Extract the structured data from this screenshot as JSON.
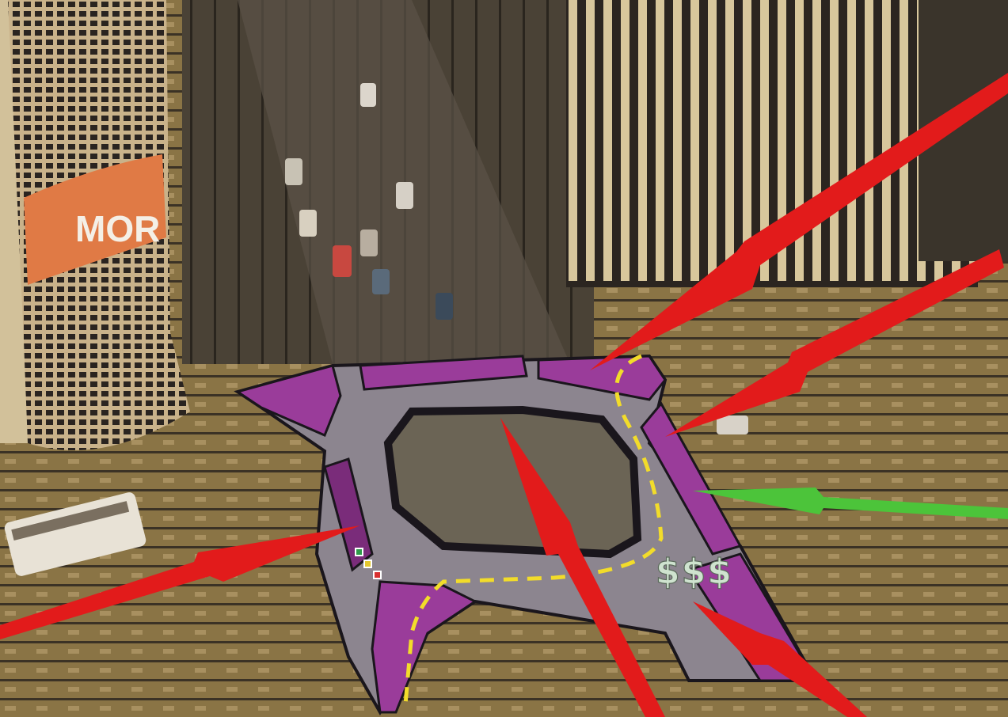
{
  "scene": {
    "money_label": "$$$",
    "billboard_text": "MOR",
    "colors": {
      "arrow_red": "#e21b1b",
      "arrow_green": "#4cc43a",
      "road_purple": "#9a3c9a",
      "road_gray": "#8c858f",
      "center_line": "#f2dc2a",
      "money": "#cfe3cf",
      "ground": "#8a7445",
      "billboard": "#e07a45"
    },
    "icons": [
      "arrow-icon",
      "money-icon",
      "billboard-icon"
    ],
    "arrows": [
      {
        "id": "arrow-top-right",
        "color": "red"
      },
      {
        "id": "arrow-right-upper",
        "color": "red"
      },
      {
        "id": "arrow-right-green",
        "color": "green"
      },
      {
        "id": "arrow-center",
        "color": "red"
      },
      {
        "id": "arrow-bottom-right",
        "color": "red"
      },
      {
        "id": "arrow-left",
        "color": "red"
      }
    ]
  }
}
